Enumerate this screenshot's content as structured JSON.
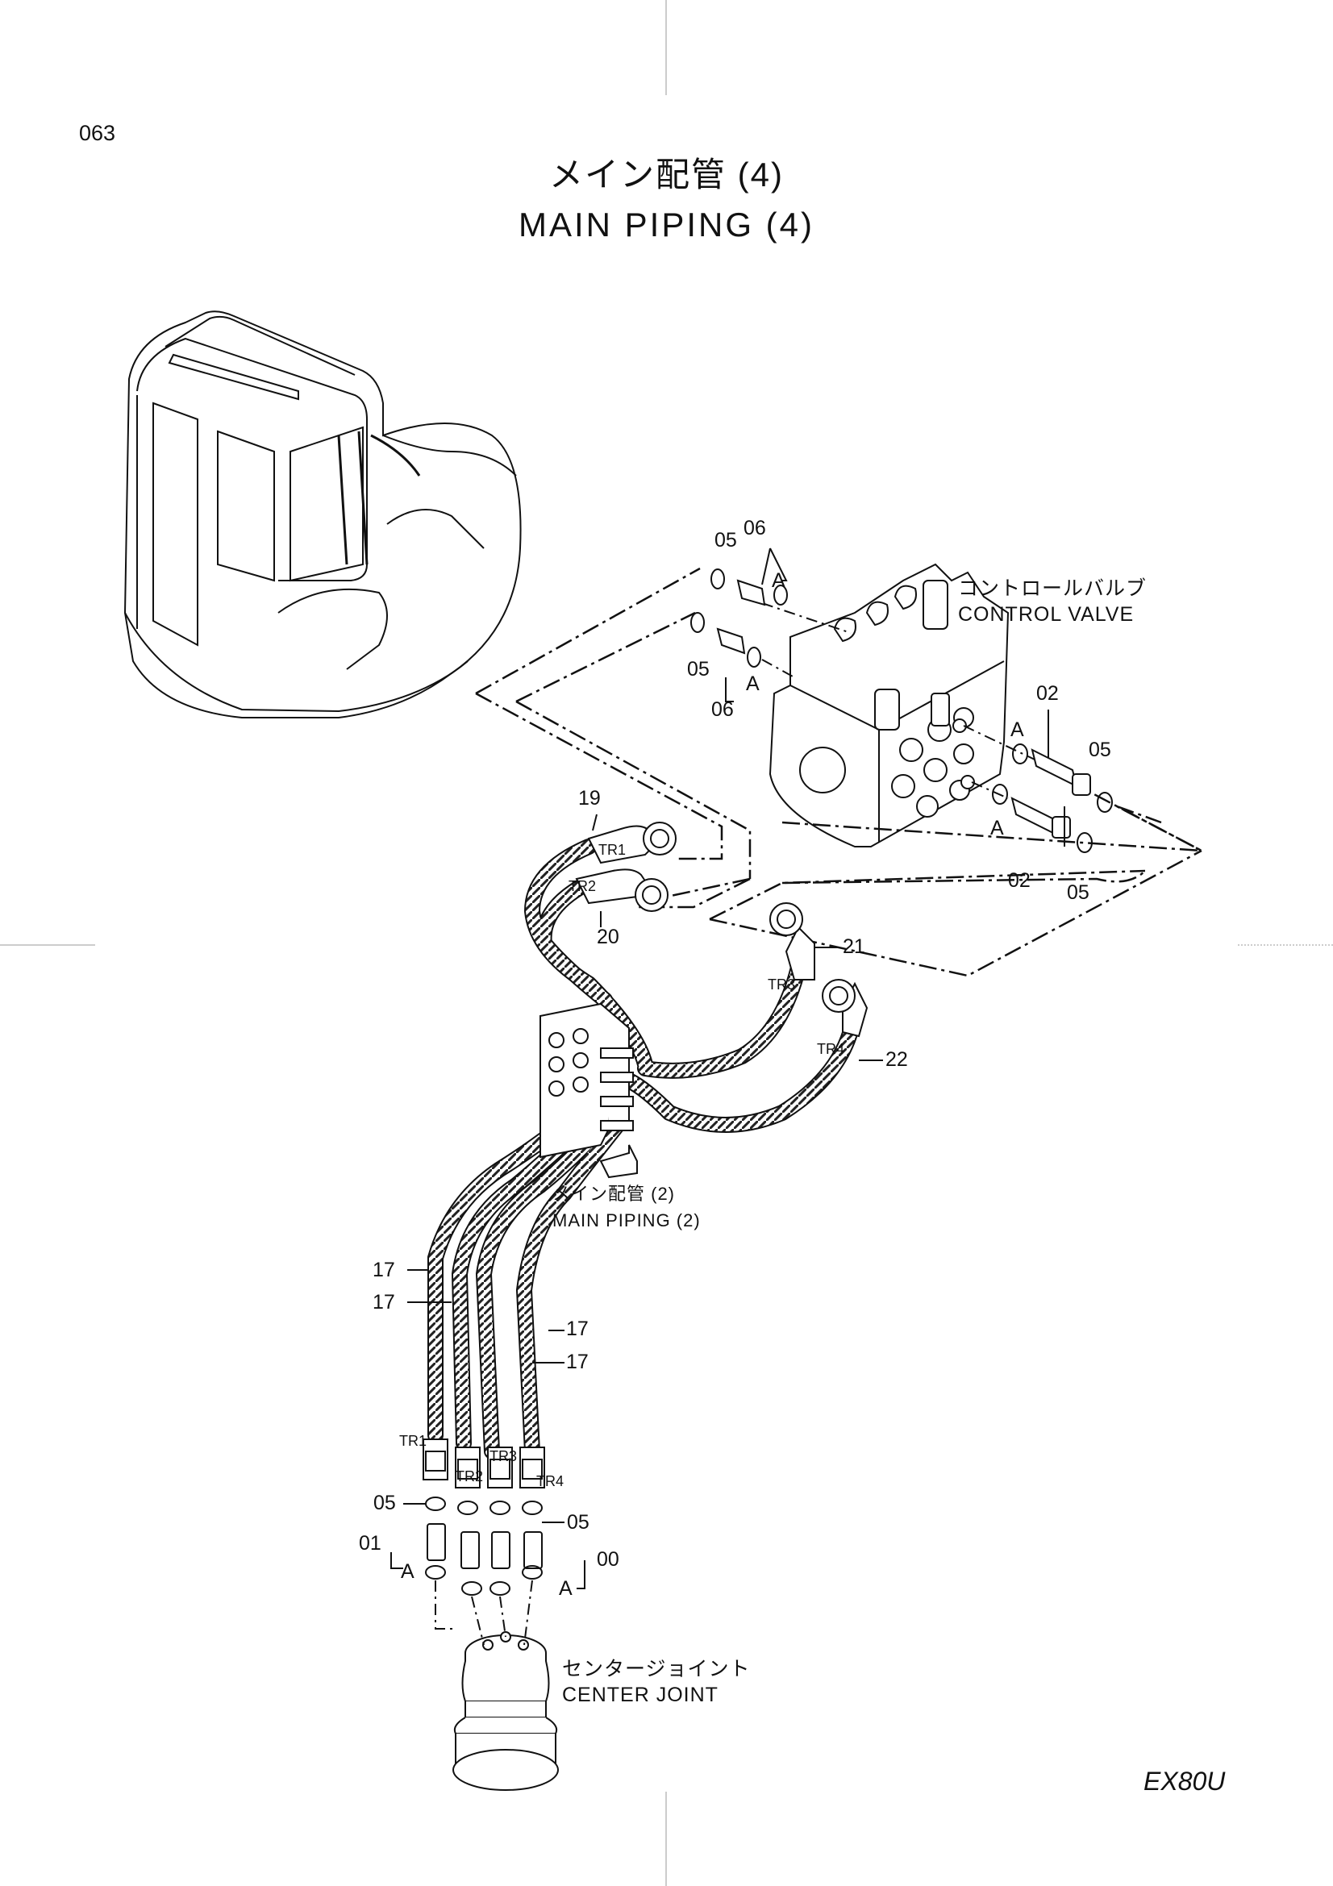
{
  "page_number": "063",
  "title_ja": "メイン配管 (4)",
  "title_en": "MAIN PIPING (4)",
  "model": "EX80U",
  "components": {
    "control_valve": {
      "ja": "コントロールバルブ",
      "en": "CONTROL VALVE"
    },
    "main_piping_ref": {
      "ja": "メイン配管 (2)",
      "en": "MAIN PIPING (2)"
    },
    "center_joint": {
      "ja": "センタージョイント",
      "en": "CENTER JOINT"
    }
  },
  "callouts": {
    "p05a": "05",
    "p06a": "06",
    "Aa": "A",
    "p05b": "05",
    "p06b": "06",
    "Ab": "A",
    "p02a": "02",
    "Ac": "A",
    "p05c": "05",
    "Ad": "A",
    "p02b": "02",
    "p05d": "05",
    "p19": "19",
    "p20": "20",
    "p21": "21",
    "p22": "22",
    "p17a": "17",
    "p17b": "17",
    "p17c": "17",
    "p17d": "17",
    "p05e": "05",
    "p05f": "05",
    "p01": "01",
    "Ae": "A",
    "p00": "00",
    "Af": "A"
  },
  "tags": {
    "tr1_top": "TR1",
    "tr2_top": "TR2",
    "tr3_top": "TR3",
    "tr4_top": "TR4",
    "tr1_bot": "TR1",
    "tr2_bot": "TR2",
    "tr3_bot": "TR3",
    "tr4_bot": "TR4"
  },
  "icons": [
    "excavator-icon",
    "control-valve-icon",
    "center-joint-icon",
    "hose-icon",
    "fitting-icon",
    "o-ring-icon",
    "bracket-icon"
  ]
}
